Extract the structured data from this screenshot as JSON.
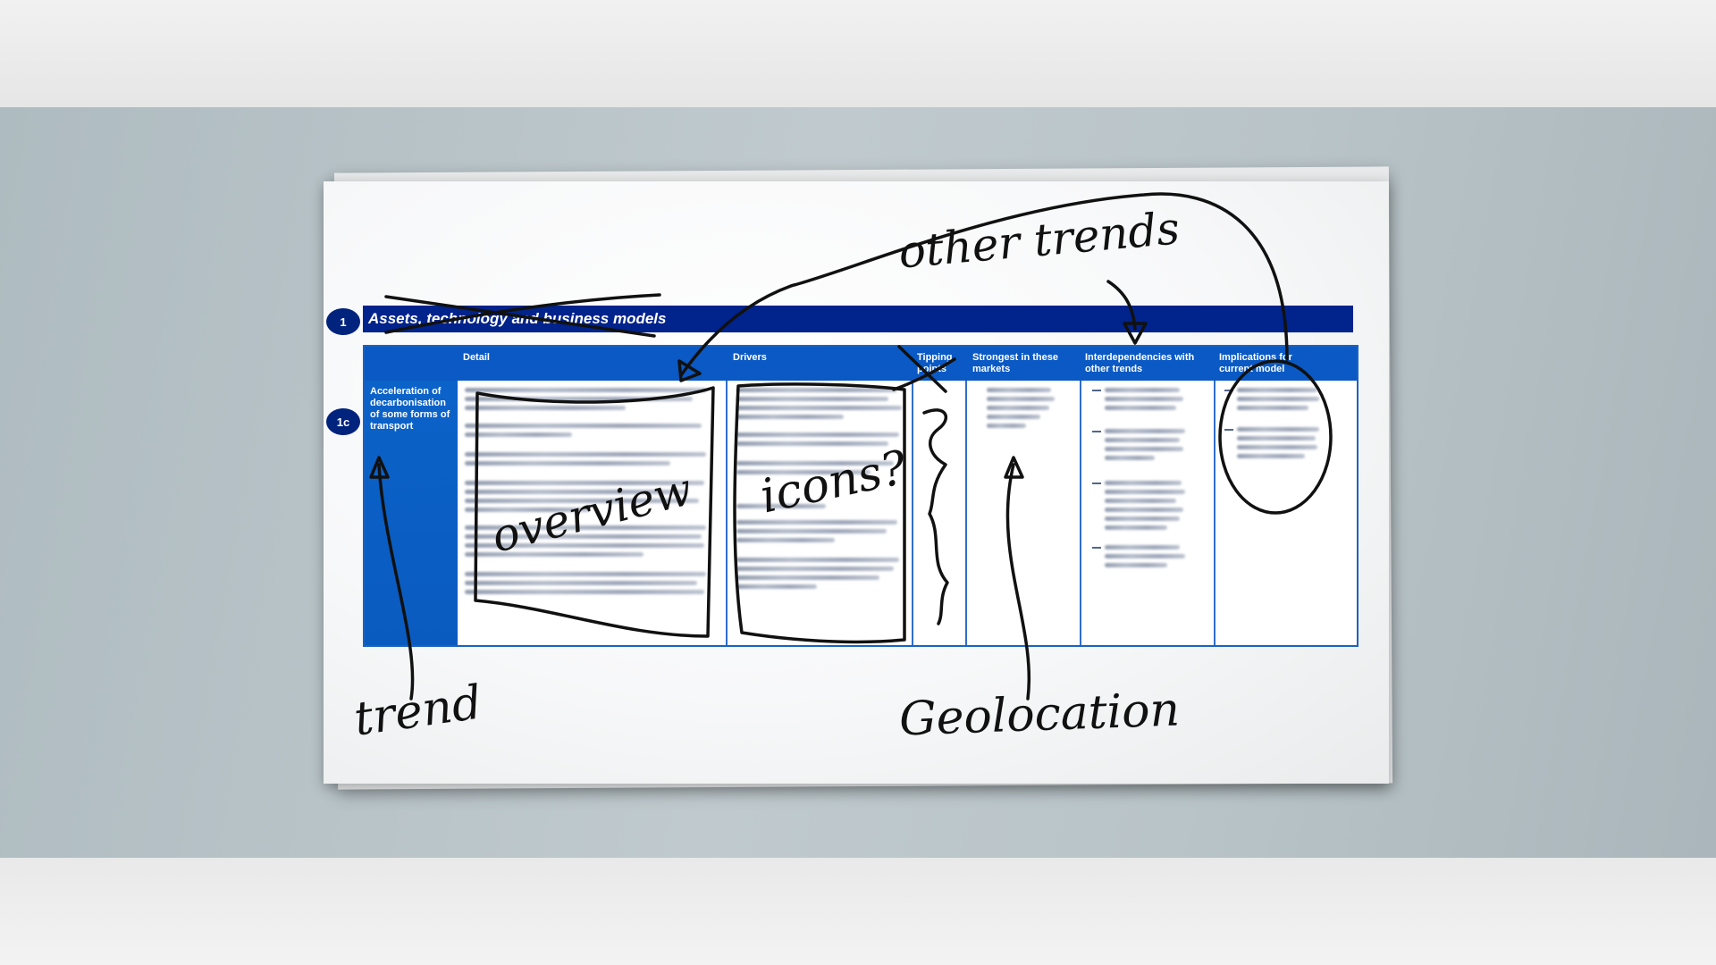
{
  "section": {
    "number": "1",
    "title": "Assets, technology and business models"
  },
  "row": {
    "number": "1c",
    "trend": "Acceleration of decarbonisation of some forms of transport"
  },
  "columns": {
    "detail": "Detail",
    "drivers": "Drivers",
    "tipping": "Tipping points",
    "strongest": "Strongest in these markets",
    "interdependencies": "Interdependencies with other trends",
    "implications": "Implications for current model"
  },
  "annotations": {
    "other_trends": "other trends",
    "overview": "overview",
    "icons": "icons?",
    "trend": "trend",
    "geolocation": "Geolocation"
  },
  "colors": {
    "header_blue": "#0a59c4",
    "section_navy": "#00238c",
    "badge_navy": "#00237d",
    "ink": "#111111"
  }
}
